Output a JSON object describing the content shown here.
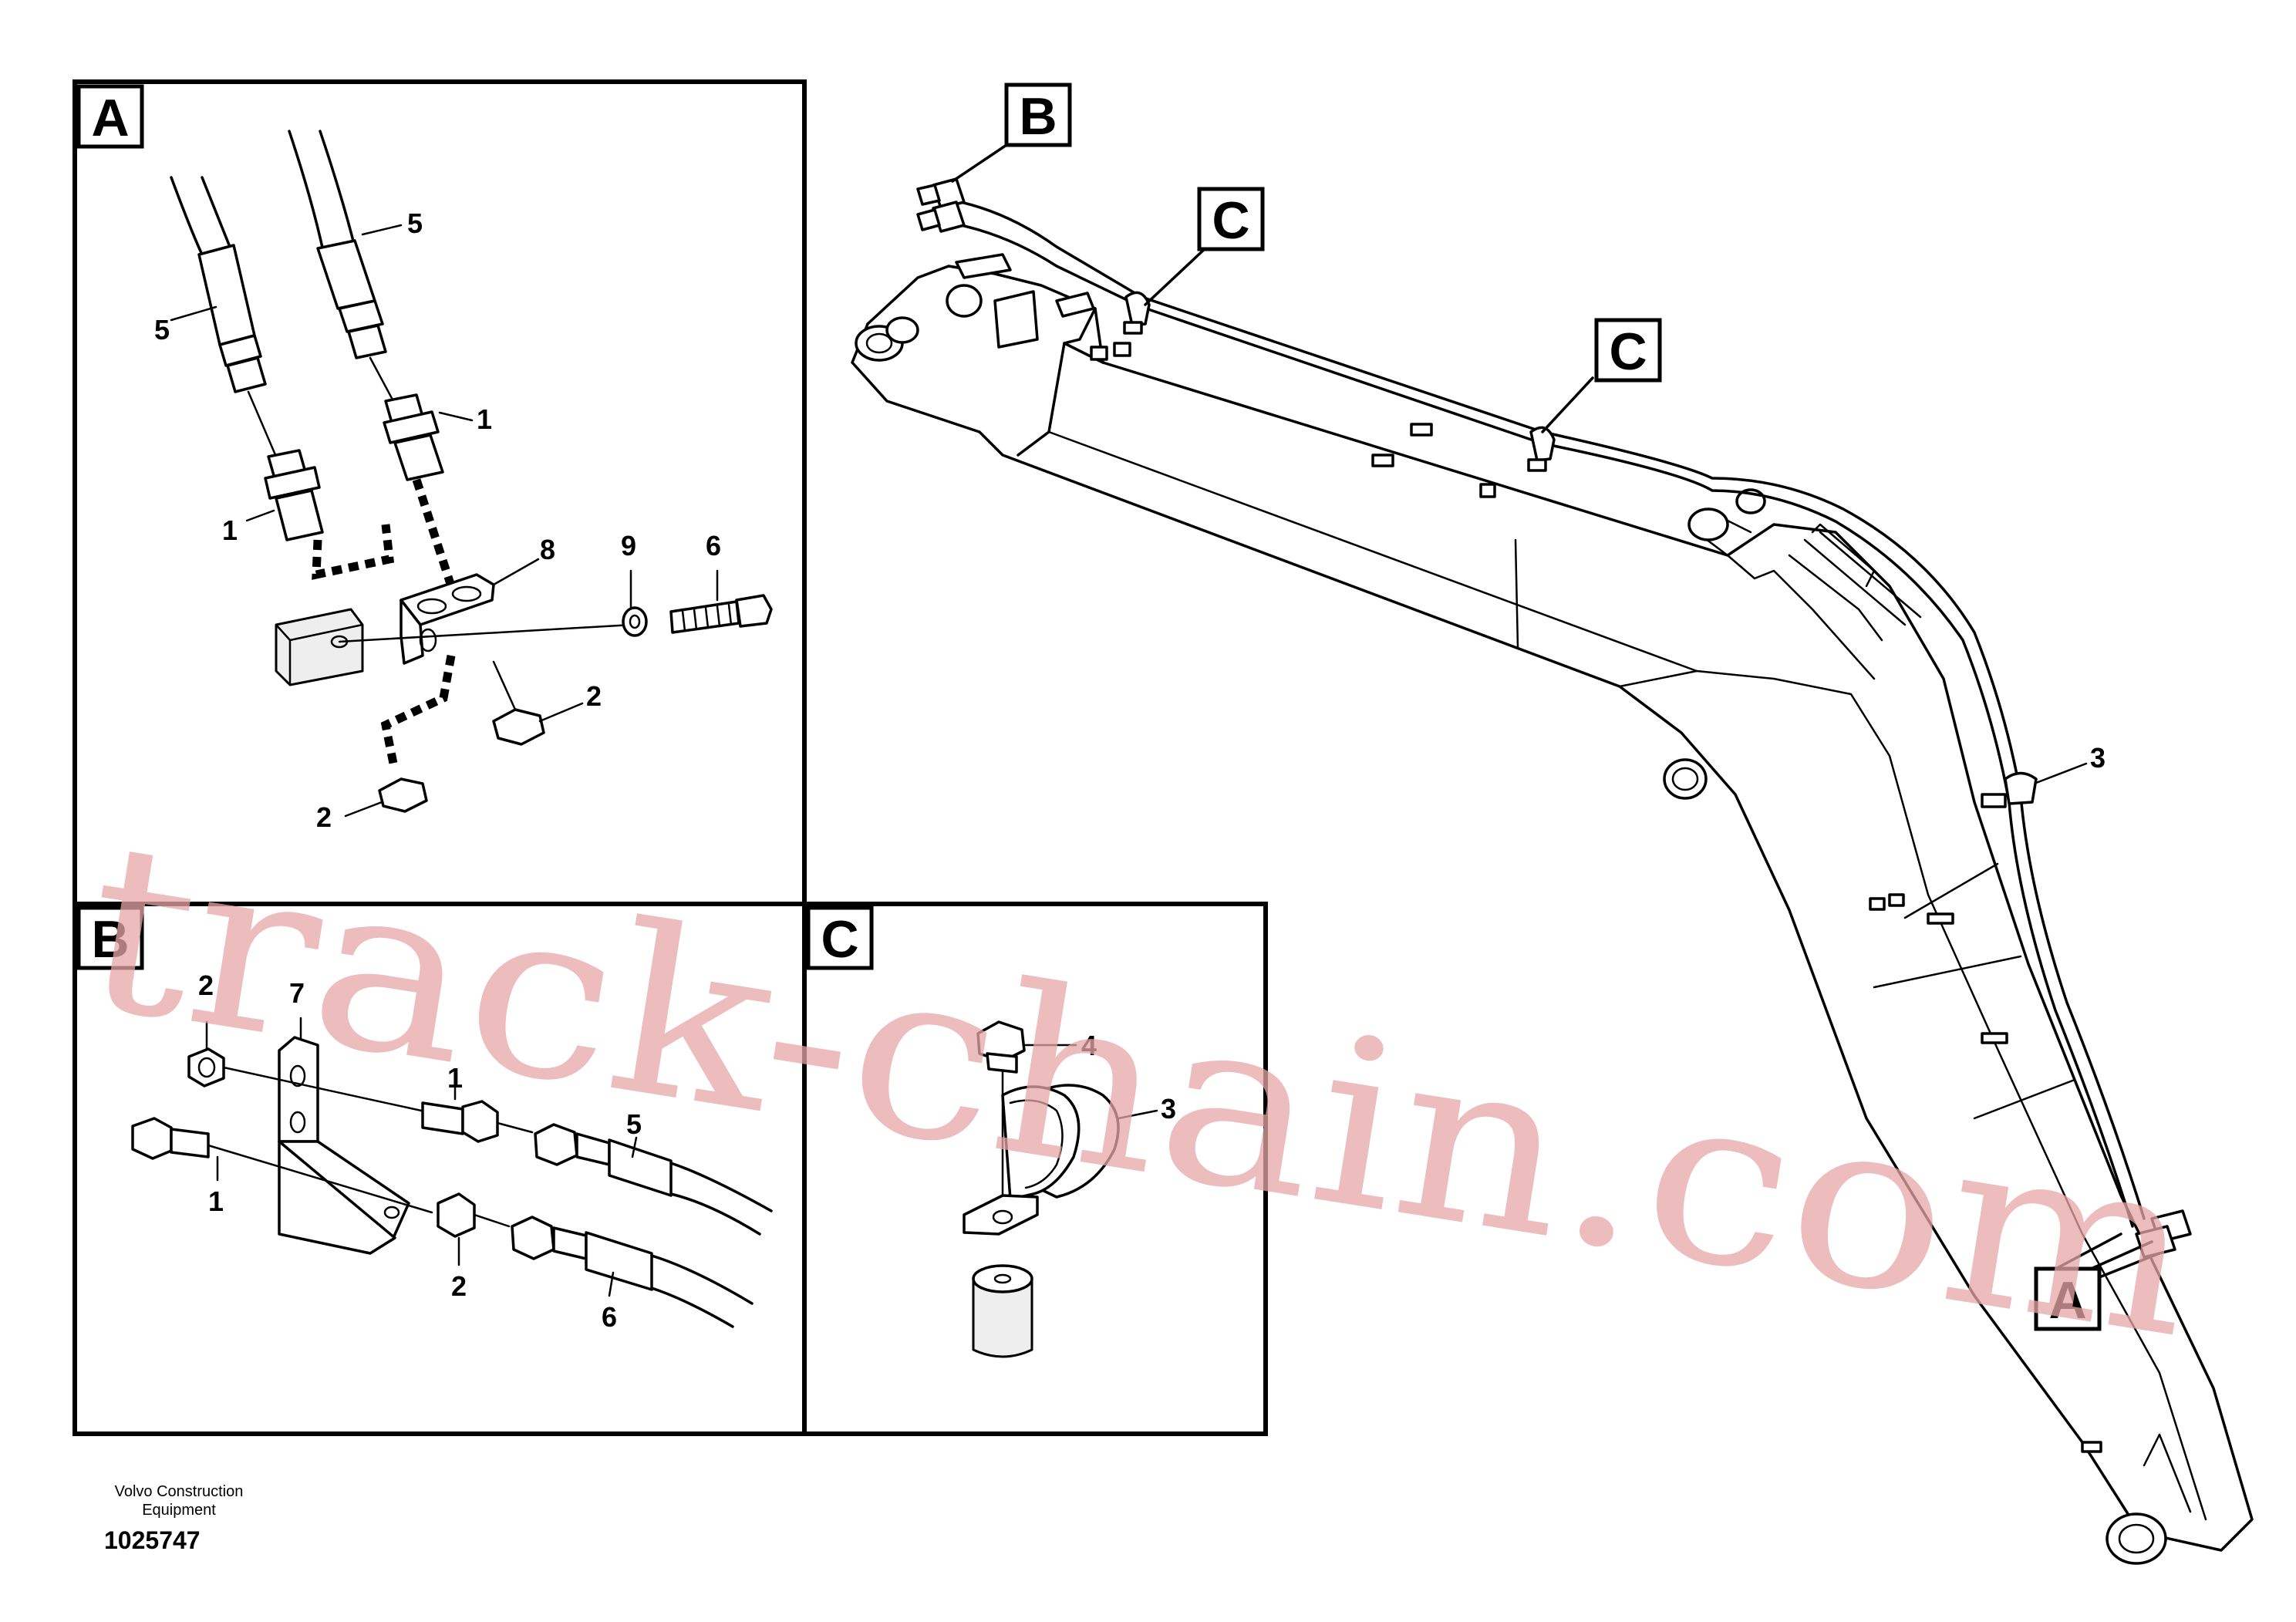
{
  "views": {
    "a": "A",
    "b": "B",
    "c": "C"
  },
  "callouts": {
    "a_hose_left": "5",
    "a_hose_right": "5",
    "a_adapter_right": "1",
    "a_adapter_left": "1",
    "a_bracket": "8",
    "a_washer": "9",
    "a_screw": "6",
    "a_nut_right": "2",
    "a_nut_left": "2",
    "b_nut": "2",
    "b_bracket": "7",
    "b_adapter_mid": "1",
    "b_hose_top": "5",
    "b_adapter_left": "1",
    "b_nut_lower": "2",
    "b_hose_bottom": "6",
    "c_screw": "4",
    "c_clamp": "3",
    "boom_clamp": "3"
  },
  "footer": {
    "company_line1": "Volvo Construction",
    "company_line2": "Equipment",
    "drawing_number": "1025747"
  },
  "watermark": "track-chain.com"
}
